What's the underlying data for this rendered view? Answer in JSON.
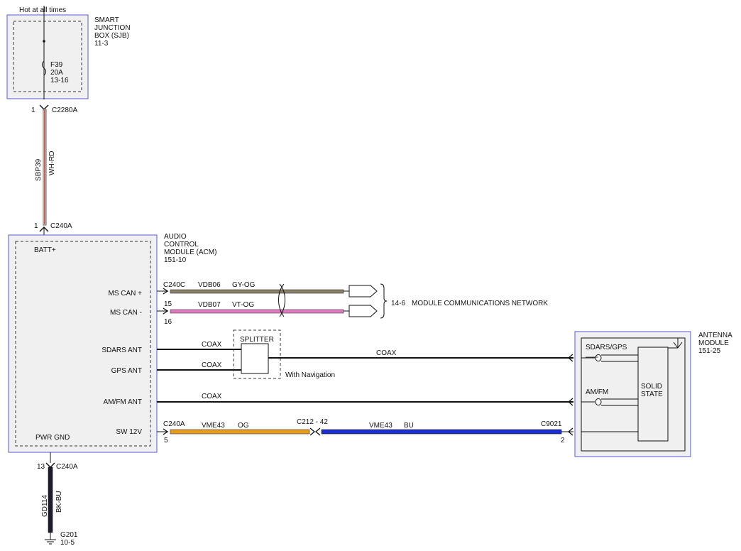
{
  "power_label": "Hot at all times",
  "sjb": {
    "title_lines": [
      "SMART",
      "JUNCTION",
      "BOX (SJB)",
      "11-3"
    ],
    "fuse_lines": [
      "F39",
      "20A",
      "13-16"
    ]
  },
  "c2280a": {
    "pin": "1",
    "name": "C2280A"
  },
  "wire_sbp39": {
    "circuit": "SBP39",
    "color": "WH-RD",
    "stripe_hex": "#c0392b"
  },
  "c240a_top": {
    "pin": "1",
    "name": "C240A"
  },
  "acm": {
    "title_lines": [
      "AUDIO",
      "CONTROL",
      "MODULE (ACM)",
      "151-10"
    ],
    "batt_label": "BATT+",
    "pwr_gnd_label": "PWR GND",
    "pins": {
      "ms_can_plus": "MS CAN +",
      "ms_can_minus": "MS CAN -",
      "sdars_ant": "SDARS ANT",
      "gps_ant": "GPS ANT",
      "amfm_ant": "AM/FM ANT",
      "sw12v": "SW 12V"
    }
  },
  "can": {
    "connector": "C240C",
    "plus": {
      "pin": "15",
      "circuit": "VDB06",
      "color": "GY-OG",
      "hex": "#8a7f66"
    },
    "minus": {
      "pin": "16",
      "circuit": "VDB07",
      "color": "VT-OG",
      "hex": "#e07bc0"
    },
    "network_ref": "14-6",
    "network_label": "MODULE COMMUNICATIONS NETWORK"
  },
  "coax": {
    "label": "COAX",
    "splitter_label": "SPLITTER",
    "with_navigation": "With Navigation"
  },
  "sw12v_circuit": {
    "connector_left": "C240A",
    "pin_left": "5",
    "left": {
      "circuit": "VME43",
      "color": "OG",
      "hex": "#e89c1c"
    },
    "splice": "C212 - 42",
    "right": {
      "circuit": "VME43",
      "color": "BU",
      "hex": "#1a2fd6"
    },
    "connector_right": "C9021",
    "pin_right": "2"
  },
  "antenna": {
    "title_lines": [
      "ANTENNA",
      "MODULE",
      "151-25"
    ],
    "sdars_gps": "SDARS/GPS",
    "amfm": "AM/FM",
    "solid_state_lines": [
      "SOLID",
      "STATE"
    ]
  },
  "ground": {
    "pin": "13",
    "connector": "C240A",
    "circuit": "GD114",
    "color": "BK-BU",
    "hex": "#1c1c2e",
    "ground_name": "G201",
    "ground_ref": "10-5"
  },
  "colors": {
    "module_border": "#5a5ad6",
    "module_fill": "#f0f0f0"
  }
}
